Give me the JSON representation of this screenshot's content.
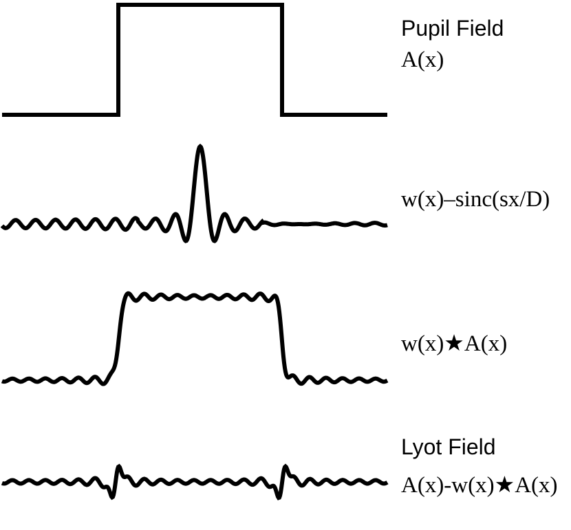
{
  "panels": [
    {
      "id": "pupil",
      "title": "Pupil Field",
      "formula": "A(x)"
    },
    {
      "id": "sinc",
      "title": "",
      "formula": "w(x)–sinc(sx/D)"
    },
    {
      "id": "convolved",
      "title": "",
      "formula": "w(x)★A(x)"
    },
    {
      "id": "lyot",
      "title": "Lyot Field",
      "formula": "A(x)-w(x)★A(x)"
    }
  ]
}
